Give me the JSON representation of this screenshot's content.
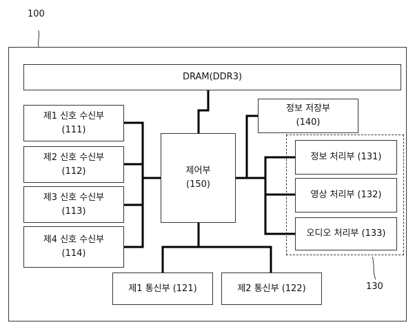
{
  "labels": {
    "device": "100",
    "group": "130"
  },
  "blocks": {
    "dram": {
      "title": "DRAM(DDR3)"
    },
    "rx1": {
      "title": "제1 신호 수신부",
      "ref": "(111)"
    },
    "rx2": {
      "title": "제2 신호 수신부",
      "ref": "(112)"
    },
    "rx3": {
      "title": "제3 신호 수신부",
      "ref": "(113)"
    },
    "rx4": {
      "title": "제4 신호 수신부",
      "ref": "(114)"
    },
    "controller": {
      "title": "제어부",
      "ref": "(150)"
    },
    "storage": {
      "title": "정보 저장부",
      "ref": "(140)"
    },
    "proc_info": {
      "title": "정보 처리부 (131)"
    },
    "proc_video": {
      "title": "영상 처리부 (132)"
    },
    "proc_audio": {
      "title": "오디오 처리부 (133)"
    },
    "comm1": {
      "title": "제1 통신부 (121)"
    },
    "comm2": {
      "title": "제2 통신부 (122)"
    }
  },
  "colors": {
    "line": "#000000",
    "border": "#333333"
  }
}
